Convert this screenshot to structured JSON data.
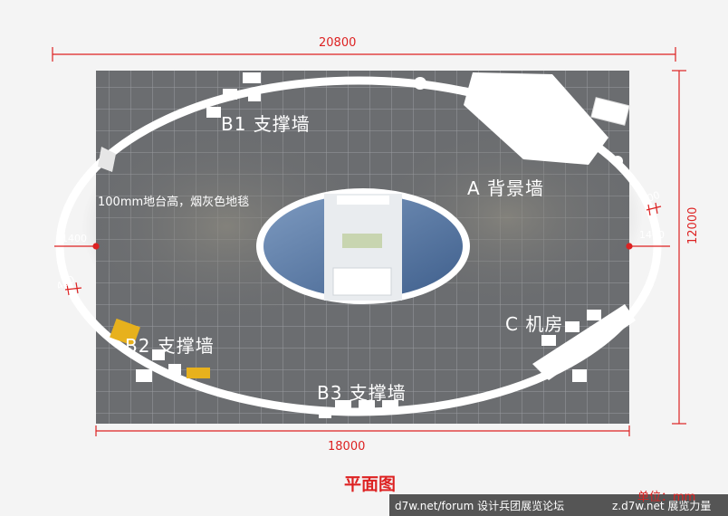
{
  "dimensions": {
    "total_width": "20800",
    "total_height": "12000",
    "floor_width": "18000",
    "left_gap": "1400",
    "right_gap": "1400",
    "left_wall": "400",
    "right_wall": "400"
  },
  "areas": {
    "b1": "B1 支撑墙",
    "b2": "B2 支撑墙",
    "b3": "B3 支撑墙",
    "a": "A 背景墙",
    "c": "C 机房"
  },
  "note": "100mm地台高，烟灰色地毯",
  "title": "平面图",
  "unit": "单位：mm",
  "footer": {
    "left": "d7w.net/forum 设计兵团展览论坛",
    "right": "z.d7w.net 展览力量"
  },
  "colors": {
    "dimension": "#dd2222",
    "floor": "#6b6d70",
    "structure": "#ffffff",
    "blue": "#4c6f9c"
  }
}
